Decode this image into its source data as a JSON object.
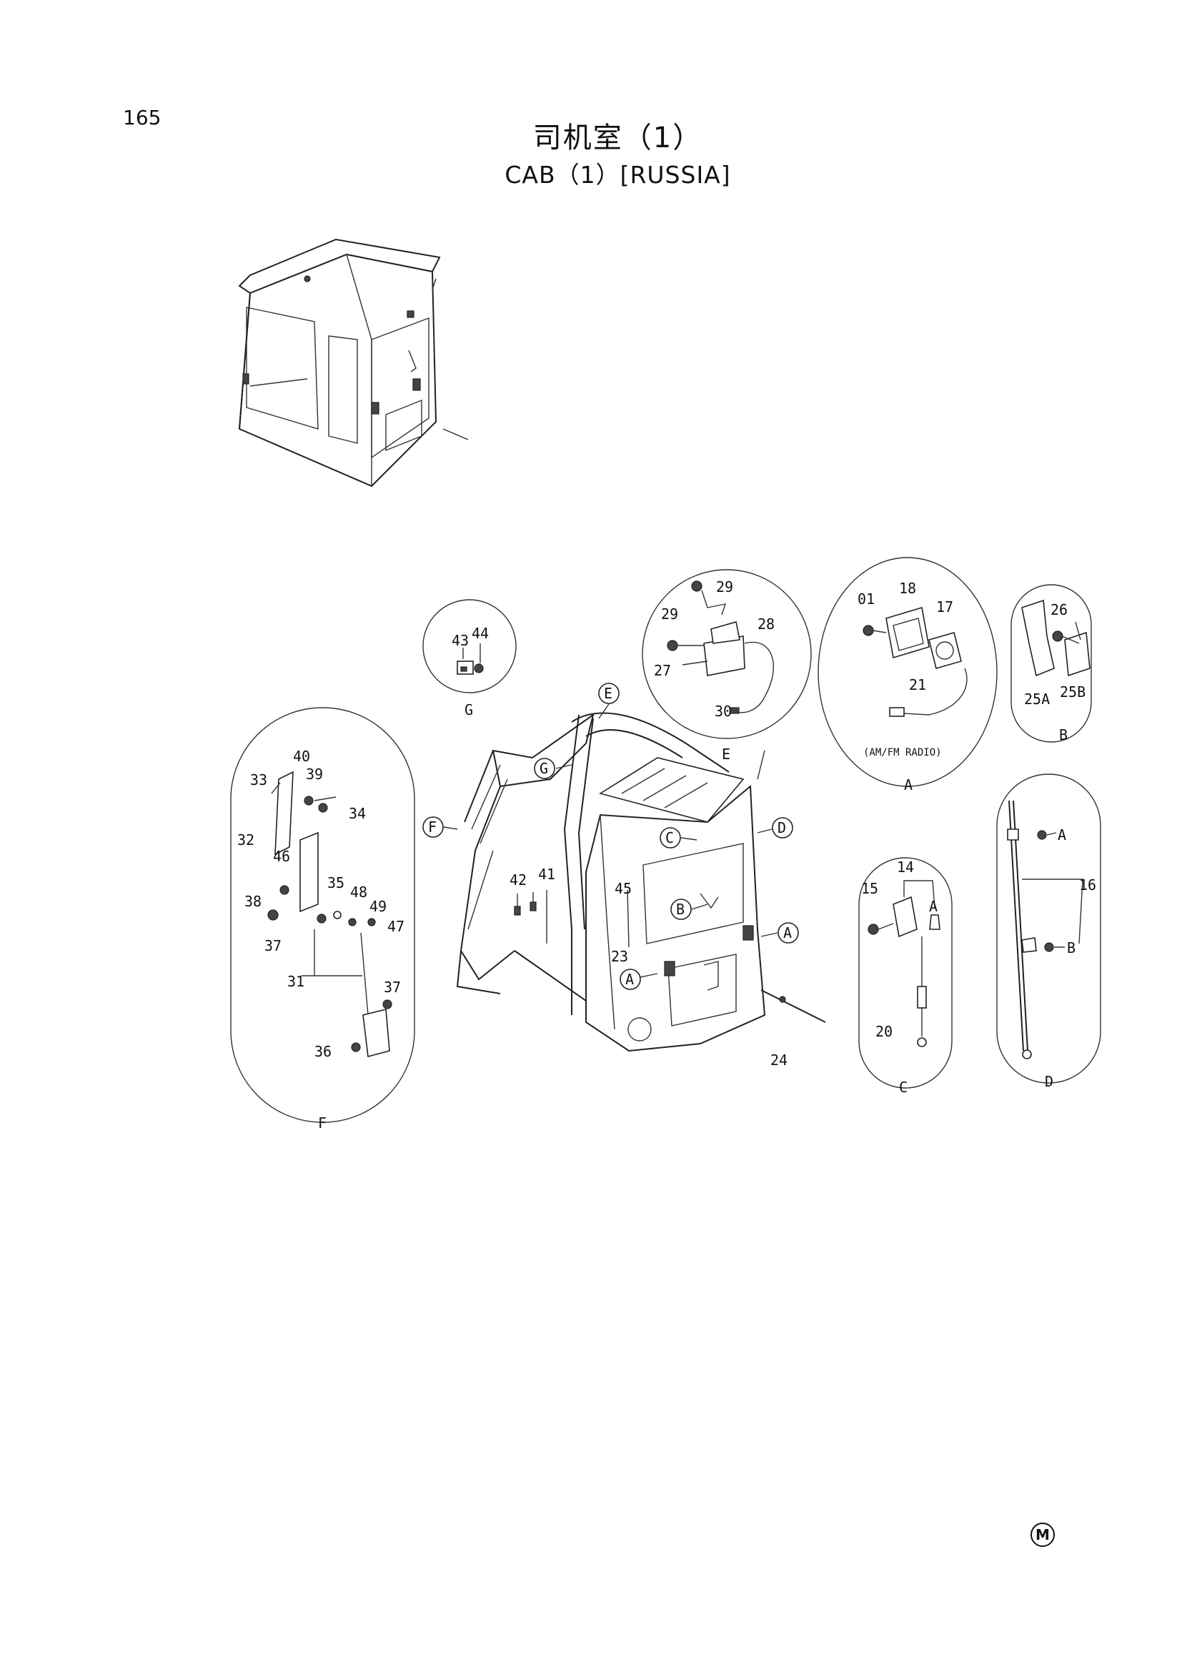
{
  "page": {
    "number": "165"
  },
  "title": {
    "chinese": "司机室（1）",
    "english": "CAB（1）[RUSSIA]"
  },
  "details": {
    "G": {
      "label": "G",
      "parts": [
        "43",
        "44"
      ]
    },
    "E": {
      "label": "E",
      "parts": [
        "29",
        "29",
        "28",
        "27",
        "30"
      ]
    },
    "A": {
      "label": "A",
      "parts": [
        "01",
        "18",
        "17",
        "21"
      ],
      "note": "(AM/FM RADIO)"
    },
    "B": {
      "label": "B",
      "parts": [
        "26",
        "25A",
        "25B"
      ]
    },
    "F": {
      "label": "F",
      "parts": [
        "40",
        "39",
        "33",
        "34",
        "32",
        "46",
        "35",
        "38",
        "48",
        "49",
        "37",
        "47",
        "31",
        "37",
        "36"
      ]
    },
    "C": {
      "label": "C",
      "parts": [
        "14",
        "15",
        "A",
        "20"
      ]
    },
    "D": {
      "label": "D",
      "parts": [
        "A",
        "16",
        "B"
      ]
    }
  },
  "main": {
    "refs": [
      "E",
      "G",
      "F",
      "C",
      "D",
      "B",
      "A",
      "A"
    ],
    "parts": [
      "42",
      "41",
      "45",
      "23",
      "24"
    ]
  },
  "footer": {
    "mark": "M"
  }
}
